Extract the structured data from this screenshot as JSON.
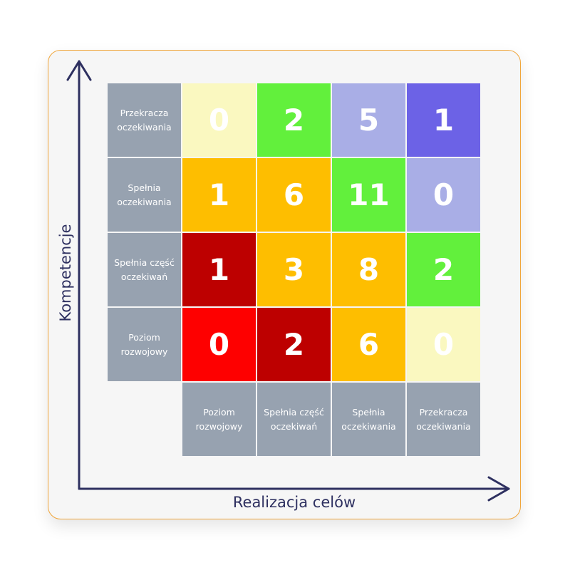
{
  "axes": {
    "y_label": "Kompetencje",
    "x_label": "Realizacja celów",
    "color": "#2e3060"
  },
  "row_labels": [
    "Przekracza oczekiwania",
    "Spełnia oczekiwania",
    "Spełnia część oczekiwań",
    "Poziom rozwojowy"
  ],
  "column_labels": [
    "Poziom rozwojowy",
    "Spełnia część oczekiwań",
    "Spełnia oczekiwania",
    "Przekracza oczekiwania"
  ],
  "grid": [
    [
      {
        "value": "0",
        "color": "#faf8c0"
      },
      {
        "value": "2",
        "color": "#62f03c"
      },
      {
        "value": "5",
        "color": "#a9aee6"
      },
      {
        "value": "1",
        "color": "#6c62e6"
      }
    ],
    [
      {
        "value": "1",
        "color": "#febe00"
      },
      {
        "value": "6",
        "color": "#febe00"
      },
      {
        "value": "11",
        "color": "#62f03c"
      },
      {
        "value": "0",
        "color": "#a9aee6"
      }
    ],
    [
      {
        "value": "1",
        "color": "#bd0000"
      },
      {
        "value": "3",
        "color": "#febe00"
      },
      {
        "value": "8",
        "color": "#febe00"
      },
      {
        "value": "2",
        "color": "#62f03c"
      }
    ],
    [
      {
        "value": "0",
        "color": "#fe0000"
      },
      {
        "value": "2",
        "color": "#bd0000"
      },
      {
        "value": "6",
        "color": "#febe00"
      },
      {
        "value": "0",
        "color": "#faf8c0"
      }
    ]
  ],
  "colors": {
    "label_bg": "#97a2b0",
    "card_border": "#f0a53a"
  }
}
